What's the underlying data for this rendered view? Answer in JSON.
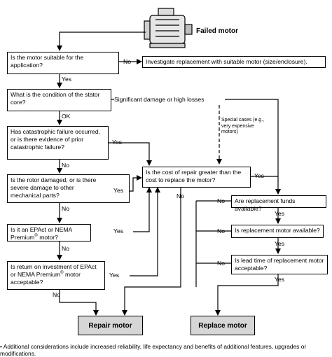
{
  "header": {
    "label": "Failed motor",
    "icon": "motor-icon"
  },
  "questions": {
    "q1": "Is the motor suitable for the application?",
    "q2": "What is the condition of the stator core?",
    "q3": "Has catastrophic failure occurred, or is there evidence of prior catastrophic failure?",
    "q4": "Is the rotor damaged, or is there severe damage to other mechanical parts?",
    "q5_pre": "Is it an EPAct or NEMA Premium",
    "q5_post": " motor?",
    "q6_pre": "Is return on investment of EPAct or NEMA Premium",
    "q6_post": " motor acceptable?",
    "cost": "Is the cost of repair greater than the cost to replace the motor?",
    "funds": "Are replacement funds available?",
    "avail": "Is replacement motor available?",
    "lead": "Is lead time of replacement motor acceptable?"
  },
  "actions": {
    "investigate": "Investigate replacement with suitable motor (size/enclosure)."
  },
  "notes": {
    "damage": "Significant damage or high losses",
    "special": "Special cases (e.g., very expensive motors)"
  },
  "registered_mark": "®",
  "labels": {
    "yes": "Yes",
    "no": "No",
    "ok": "OK"
  },
  "terminals": {
    "repair": "Repair motor",
    "replace": "Replace motor"
  },
  "footnote": "• Additional considerations include increased reliability, life expectancy and benefits of additional features, upgrades or modifications."
}
